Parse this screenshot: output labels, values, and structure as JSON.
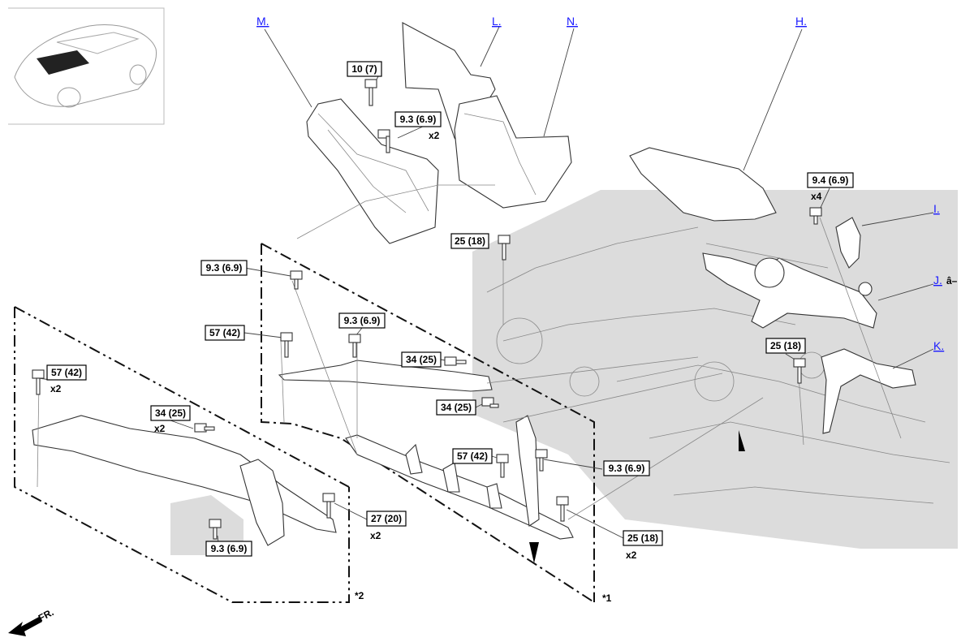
{
  "callouts": [
    {
      "id": "c1",
      "text": "10 (7)"
    },
    {
      "id": "c2",
      "text": "9.3 (6.9)",
      "mult": "x2"
    },
    {
      "id": "c3",
      "text": "25 (18)"
    },
    {
      "id": "c4",
      "text": "9.3 (6.9)"
    },
    {
      "id": "c5",
      "text": "9.3 (6.9)"
    },
    {
      "id": "c6",
      "text": "57 (42)"
    },
    {
      "id": "c7",
      "text": "34 (25)"
    },
    {
      "id": "c8",
      "text": "34 (25)"
    },
    {
      "id": "c9",
      "text": "57 (42)"
    },
    {
      "id": "c10",
      "text": "9.3 (6.9)"
    },
    {
      "id": "c11",
      "text": "25 (18)",
      "mult": "x2"
    },
    {
      "id": "c12",
      "text": "57 (42)",
      "mult": "x2"
    },
    {
      "id": "c13",
      "text": "34 (25)",
      "mult": "x2"
    },
    {
      "id": "c14",
      "text": "27 (20)",
      "mult": "x2"
    },
    {
      "id": "c15",
      "text": "9.3 (6.9)"
    },
    {
      "id": "c16",
      "text": "9.4 (6.9)",
      "mult": "x4"
    },
    {
      "id": "c17",
      "text": "25 (18)"
    }
  ],
  "links": {
    "M": "M.",
    "L": "L.",
    "N": "N.",
    "H": "H.",
    "I": "I.",
    "J": "J.",
    "K": "K.",
    "J_suffix": "â–"
  },
  "markers": {
    "star1": "*1",
    "star2": "*2",
    "front": "FR."
  }
}
